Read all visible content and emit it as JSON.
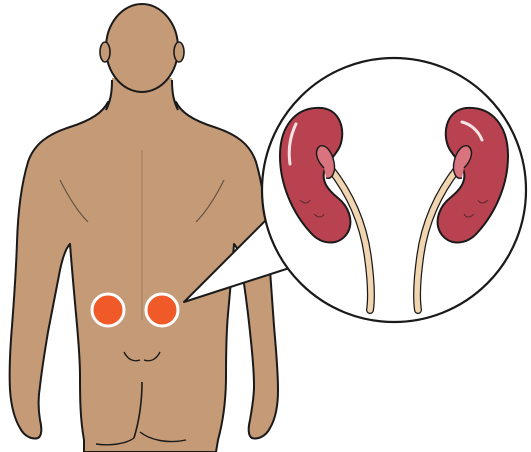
{
  "illustration": {
    "subject": "human-back-with-kidney-callout",
    "colors": {
      "skin": "#C49A77",
      "outline": "#1A1A1A",
      "pain_marker_fill": "#F05A28",
      "pain_marker_ring": "#FFFFFF",
      "kidney": "#B94250",
      "kidney_highlight": "#D9747F",
      "ureter": "#F1D5B0",
      "callout_background": "#FFFFFF"
    },
    "pain_markers": 2,
    "kidneys_shown": 2
  }
}
